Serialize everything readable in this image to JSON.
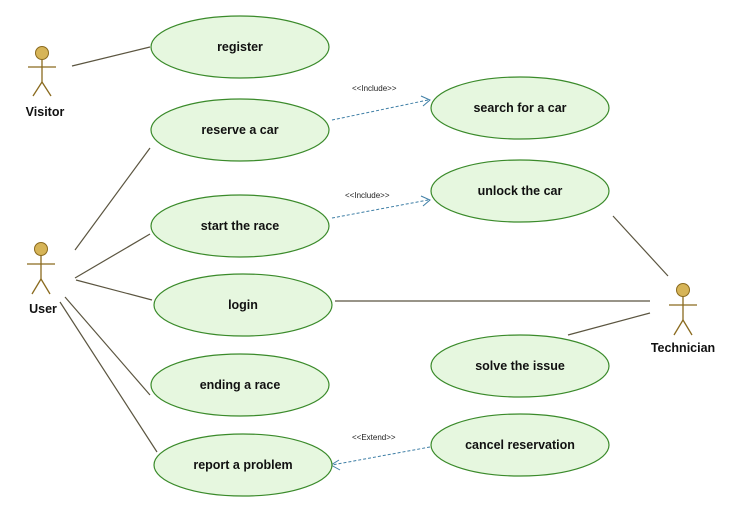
{
  "actors": {
    "visitor": "Visitor",
    "user": "User",
    "technician": "Technician"
  },
  "use_cases": {
    "register": "register",
    "reserve_car": "reserve a car",
    "search_car": "search for a car",
    "start_race": "start the race",
    "unlock_car": "unlock the car",
    "login": "login",
    "solve_issue": "solve the issue",
    "ending_race": "ending a race",
    "cancel_reservation": "cancel reservation",
    "report_problem": "report a problem"
  },
  "relations": {
    "include_1": "<<Include>>",
    "include_2": "<<Include>>",
    "extend_1": "<<Extend>>"
  }
}
